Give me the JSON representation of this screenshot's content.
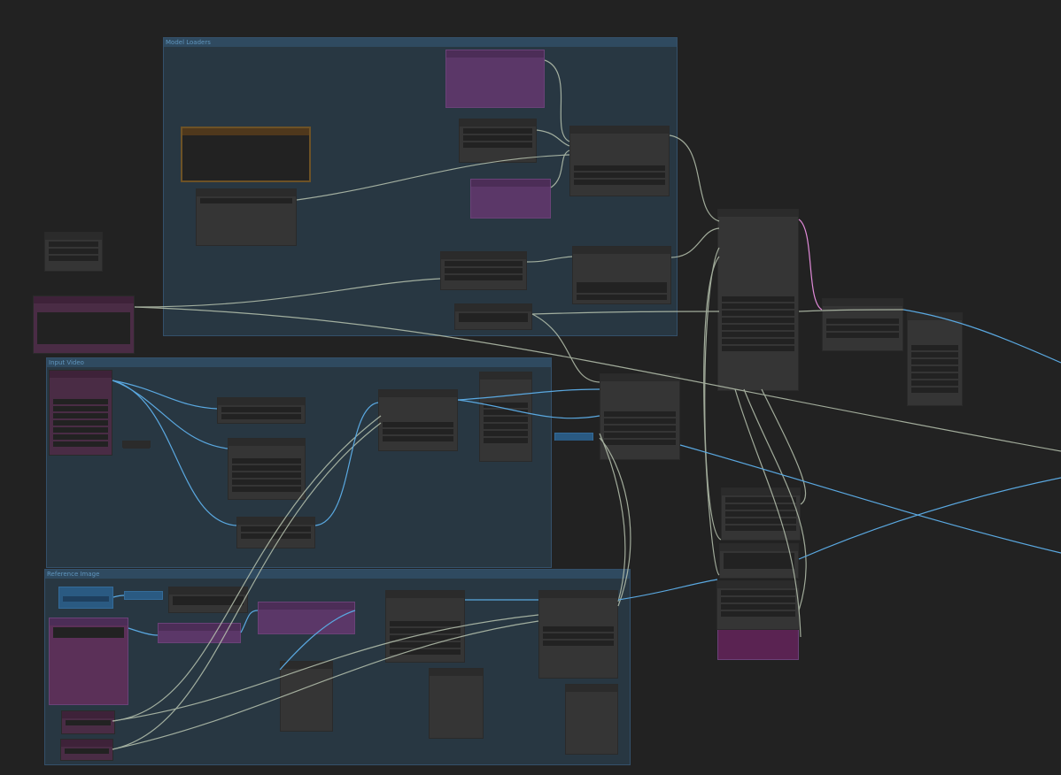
{
  "canvas": {
    "background": "#222222"
  },
  "groups": [
    {
      "title": "Model Loaders"
    },
    {
      "title": "Input Video"
    },
    {
      "title": "Reference Image"
    }
  ],
  "colors": {
    "wire_blue": "#5aa8e0",
    "wire_gray": "#b8c4b0",
    "wire_pink": "#e08ad8",
    "purple_node": "#5b3768",
    "group_fill": "#283742"
  }
}
